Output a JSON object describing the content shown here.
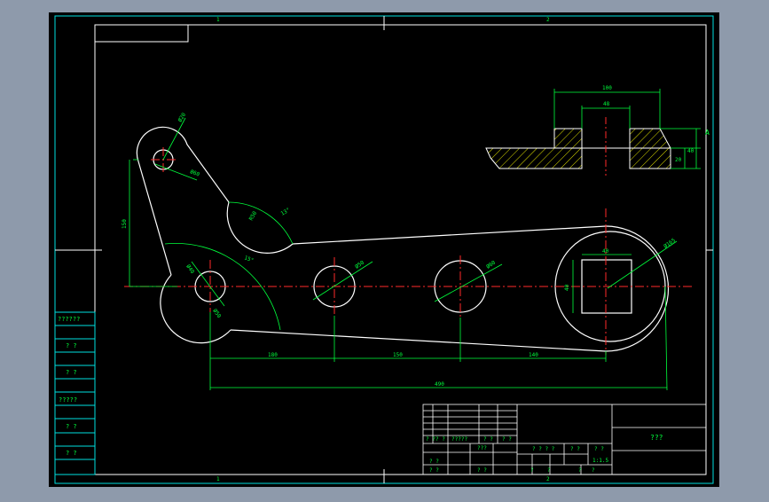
{
  "colors": {
    "app_bg": "#8e9aab",
    "sheet": "#000000",
    "frame": "#00e0e0",
    "outline": "#ffffff",
    "dim": "#00ff3c",
    "center": "#ff2a2a",
    "hatch": "#e0e000",
    "title_text": "#00ff3c"
  },
  "zones": {
    "top": [
      "1",
      "2"
    ],
    "bottom": [
      "1",
      "2"
    ]
  },
  "side_block": {
    "cells": [
      "??????",
      "? ?",
      "? ?",
      "?????",
      "? ?",
      "? ?"
    ]
  },
  "title_block": {
    "drawing_name": "???",
    "row_a": [
      "? ?",
      "? ?",
      "?????",
      "? ?",
      "? ?"
    ],
    "row_b": [
      "? ?",
      "???"
    ],
    "row_c": [
      "? ?",
      "? ?",
      "?"
    ],
    "stage_labels": [
      "? ? ? ?",
      "? ?",
      "? ?"
    ],
    "scale": "1:1.5",
    "sheet_labels": [
      "?",
      "?",
      "?",
      "?"
    ]
  },
  "section_view": {
    "label_a": "A",
    "dims": {
      "top_width": "100",
      "bore": "48",
      "height": "20",
      "left": "40"
    }
  },
  "dimensions": {
    "d_small": "Ø20",
    "d_small_out": "Ø60",
    "r_left": "Ø40",
    "r_top": "Ø50",
    "height": "150",
    "angle1": "R50",
    "angle2": "13°",
    "angle3": "15°",
    "hole2": "Ø50",
    "hole3": "Ø60",
    "big_circle": "Ø165",
    "square_w": "40",
    "square_h": "40",
    "seg1": "180",
    "seg2": "150",
    "seg3": "140",
    "total": "490"
  }
}
